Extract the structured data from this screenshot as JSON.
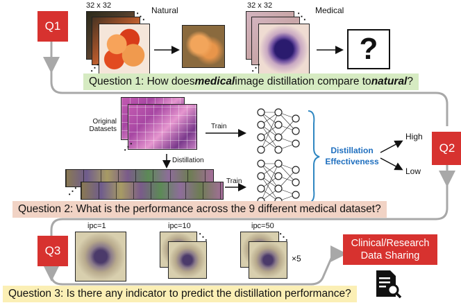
{
  "q1": {
    "badge": "Q1",
    "natural_size": "32 x 32",
    "natural_label": "Natural",
    "medical_size": "32 x 32",
    "medical_label": "Medical",
    "unknown_symbol": "?",
    "question_prefix": "Question 1: How does ",
    "question_em1": "medical",
    "question_mid": " image distillation compare to ",
    "question_em2": "natural",
    "question_suffix": "?"
  },
  "q2": {
    "badge": "Q2",
    "original_label_line1": "Original",
    "original_label_line2": "Datasets",
    "distillation_label": "Distillation",
    "train_top": "Train",
    "train_bottom": "Train",
    "effectiveness_line1": "Distillation",
    "effectiveness_line2": "Effectiveness",
    "high": "High",
    "low": "Low",
    "question": "Question 2: What is the performance across the 9 different medical dataset?"
  },
  "q3": {
    "badge": "Q3",
    "ipc_labels": [
      "ipc=1",
      "ipc=10",
      "ipc=50"
    ],
    "times_five": "×5",
    "sharing_line1": "Clinical/Research",
    "sharing_line2": "Data Sharing",
    "question": "Question 3: Is there any indicator to predict the distillation performance?"
  },
  "colors": {
    "badge_red": "#d7322f",
    "q1_banner": "#d6ebc2",
    "q2_banner": "#f1d3c5",
    "q3_banner": "#fbefb5",
    "flow_line": "#a8a8a8",
    "effectiveness_text": "#1f6fbf"
  },
  "icons": [
    "arrow-right-icon",
    "neural-network-icon",
    "brace-icon",
    "document-search-icon"
  ]
}
